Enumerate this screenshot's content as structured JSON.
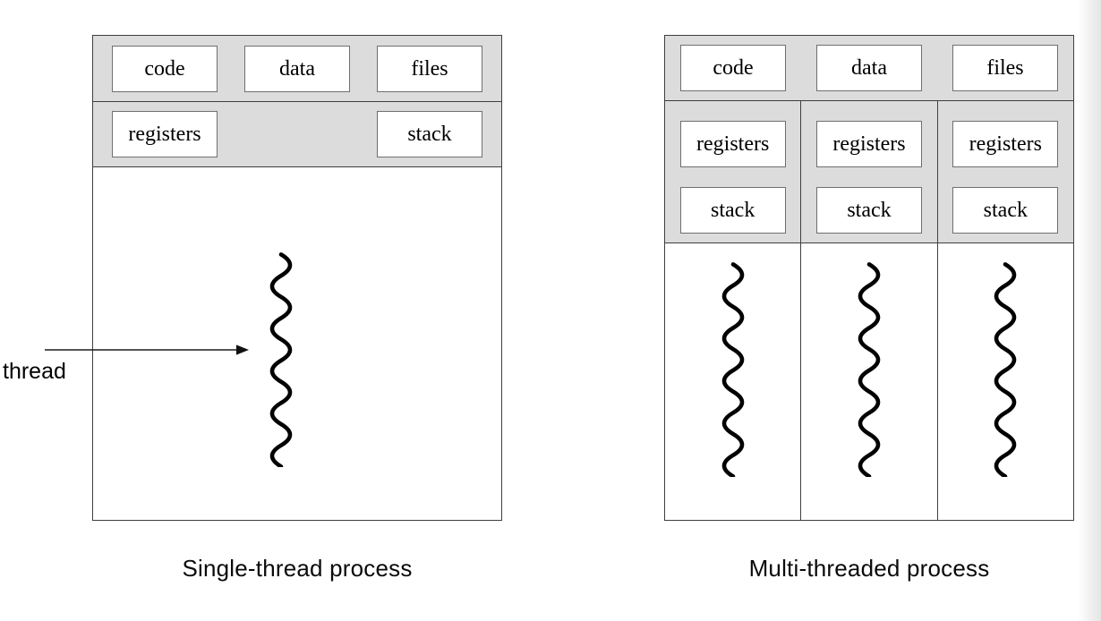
{
  "figure": {
    "left": {
      "caption": "Single-thread process",
      "thread_label": "thread",
      "row1": [
        "code",
        "data",
        "files"
      ],
      "row2": [
        "registers",
        "stack"
      ]
    },
    "right": {
      "caption": "Multi-threaded process",
      "row1": [
        "code",
        "data",
        "files"
      ],
      "columns": [
        {
          "boxes": [
            "registers",
            "stack"
          ]
        },
        {
          "boxes": [
            "registers",
            "stack"
          ]
        },
        {
          "boxes": [
            "registers",
            "stack"
          ]
        }
      ]
    },
    "icons": {
      "squiggle": "thread-squiggle-icon",
      "arrow": "thread-arrow-icon"
    },
    "colors": {
      "band_fill": "#dcdcdc",
      "outline": "#3f3f3f",
      "box_border": "#6f6f6f",
      "ink": "#000000",
      "page_edge": "#e7e7e7"
    }
  }
}
